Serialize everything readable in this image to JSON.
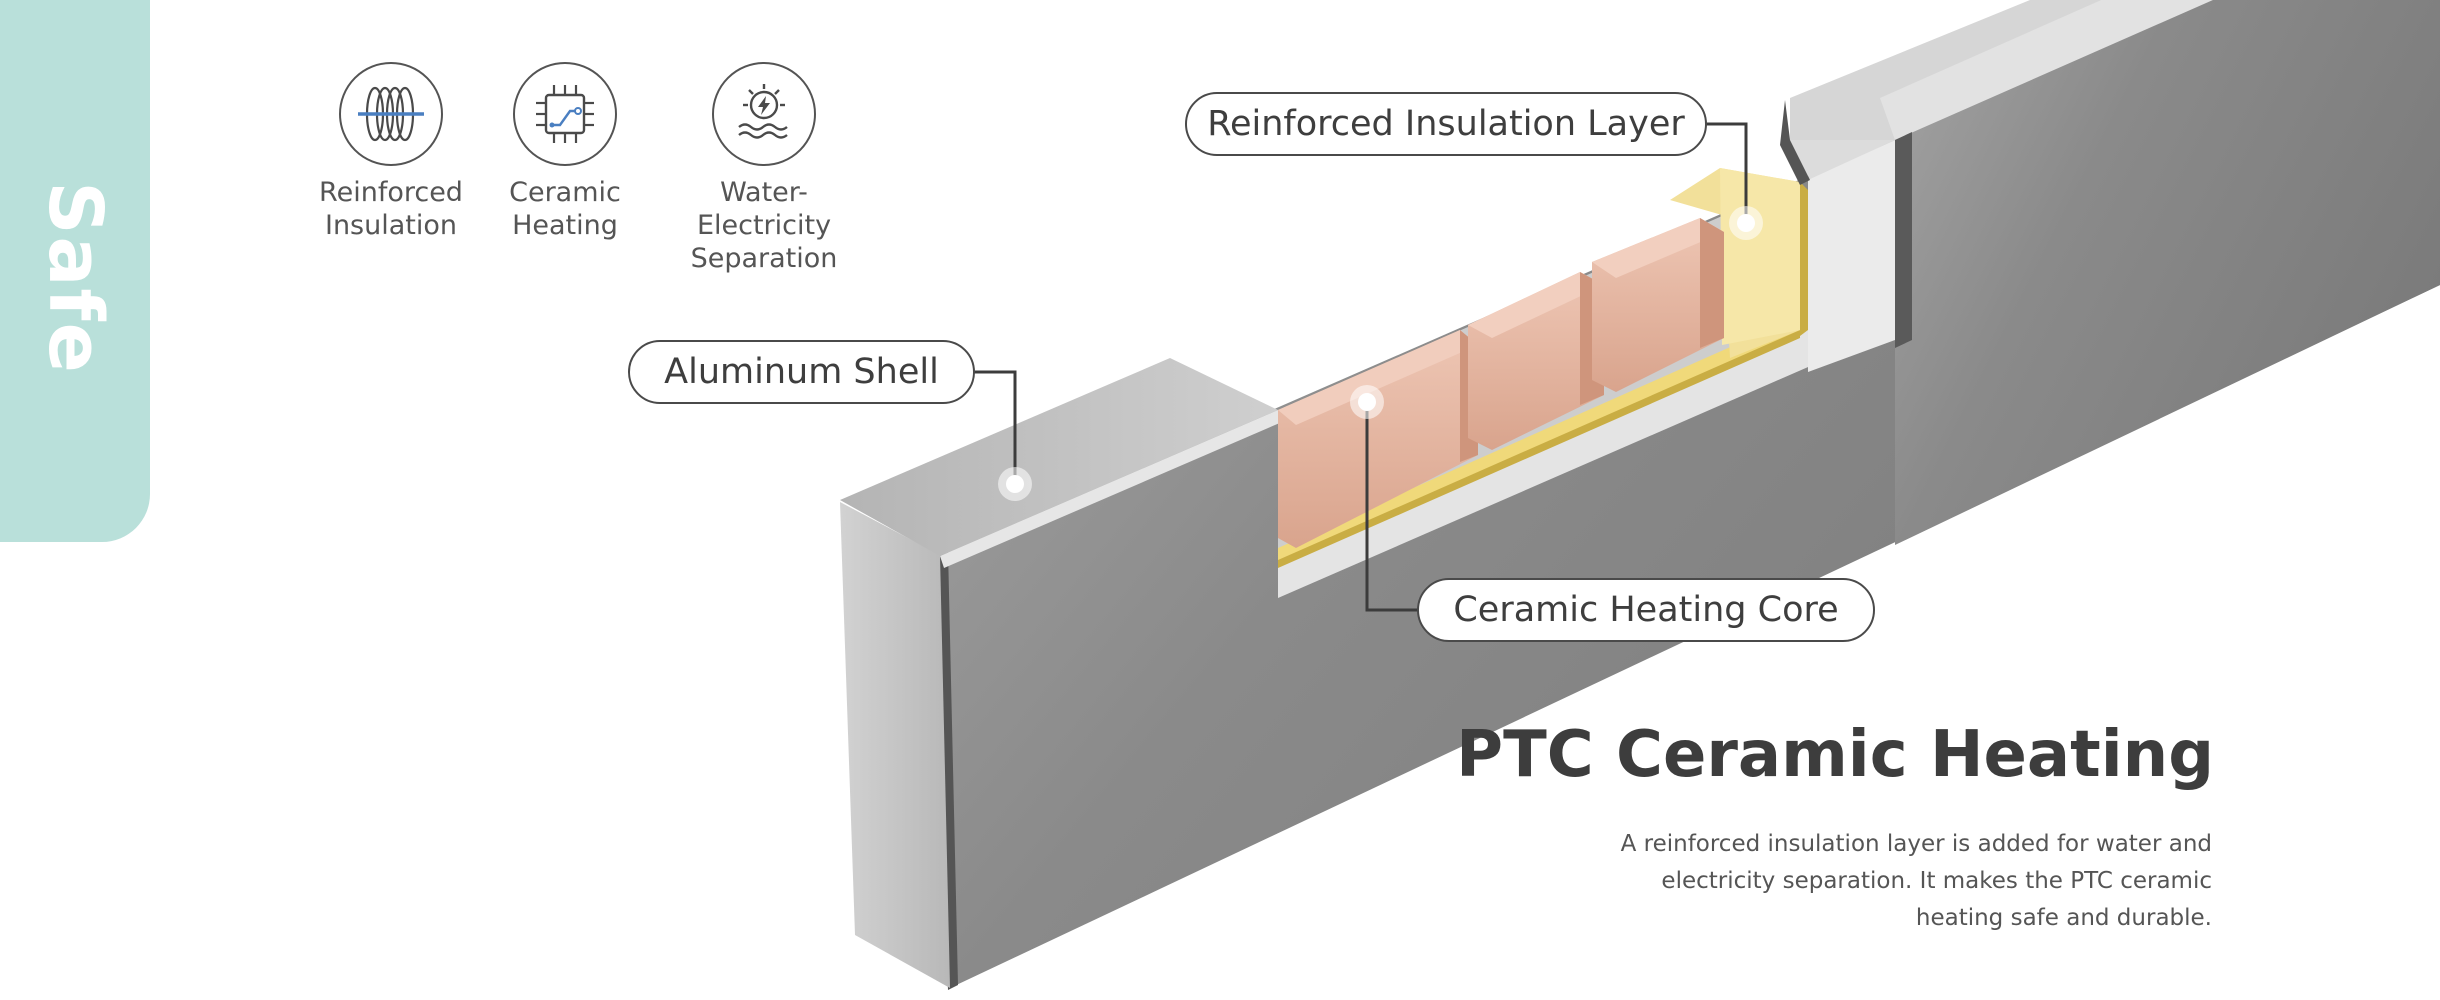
{
  "side_tab": {
    "label": "Safe"
  },
  "features": [
    {
      "icon": "coil-icon",
      "label": "Reinforced\nInsulation"
    },
    {
      "icon": "chip-icon",
      "label": "Ceramic\nHeating"
    },
    {
      "icon": "water-electricity-icon",
      "label": "Water-Electricity\nSeparation"
    }
  ],
  "callouts": {
    "insulation": "Reinforced Insulation Layer",
    "shell": "Aluminum Shell",
    "core": "Ceramic Heating Core"
  },
  "main": {
    "title": "PTC Ceramic Heating",
    "description": "A reinforced insulation layer is added for water and electricity separation. It makes the PTC ceramic heating safe and durable."
  },
  "colors": {
    "tab": "#b9e0da",
    "icon_accent": "#4a7fc1",
    "aluminum": "#8f8f8f",
    "insulation_yellow": "#f0dc8c",
    "ceramic": "#e7b6a0"
  }
}
